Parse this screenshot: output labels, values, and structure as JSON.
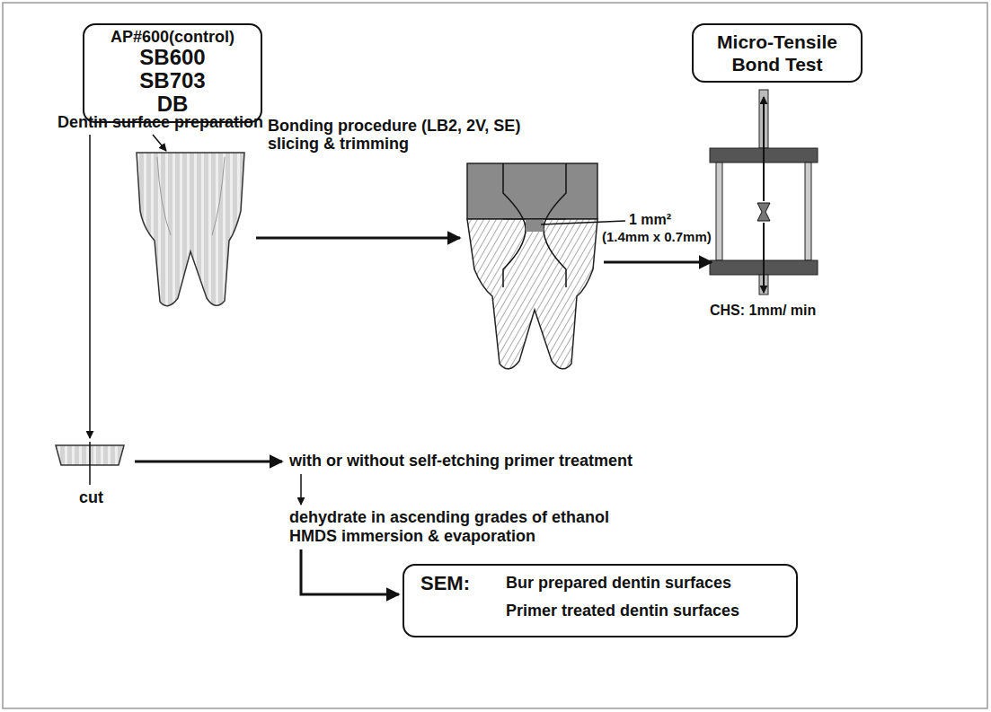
{
  "diagram": {
    "nodes": [
      {
        "text": [
          "AP#600(control)",
          "SB600",
          "SB703",
          "DB"
        ]
      },
      {
        "text": [
          "Micro-Tensile Bond Test"
        ]
      },
      {
        "text": [
          "SEM:",
          "Bur prepared dentin surfaces",
          "Primer treated dentin surfaces"
        ]
      }
    ],
    "labels": [
      "Dentin surface preparation",
      "Bonding procedure (LB2, 2V, SE)",
      "slicing & trimming",
      "1 mm²",
      "(1.4mm x 0.7mm)",
      "CHS: 1mm/ min",
      "cut",
      "with or without self-etching primer treatment",
      "dehydrate in ascending grades of ethanol",
      "HMDS immersion & evaporation"
    ]
  }
}
